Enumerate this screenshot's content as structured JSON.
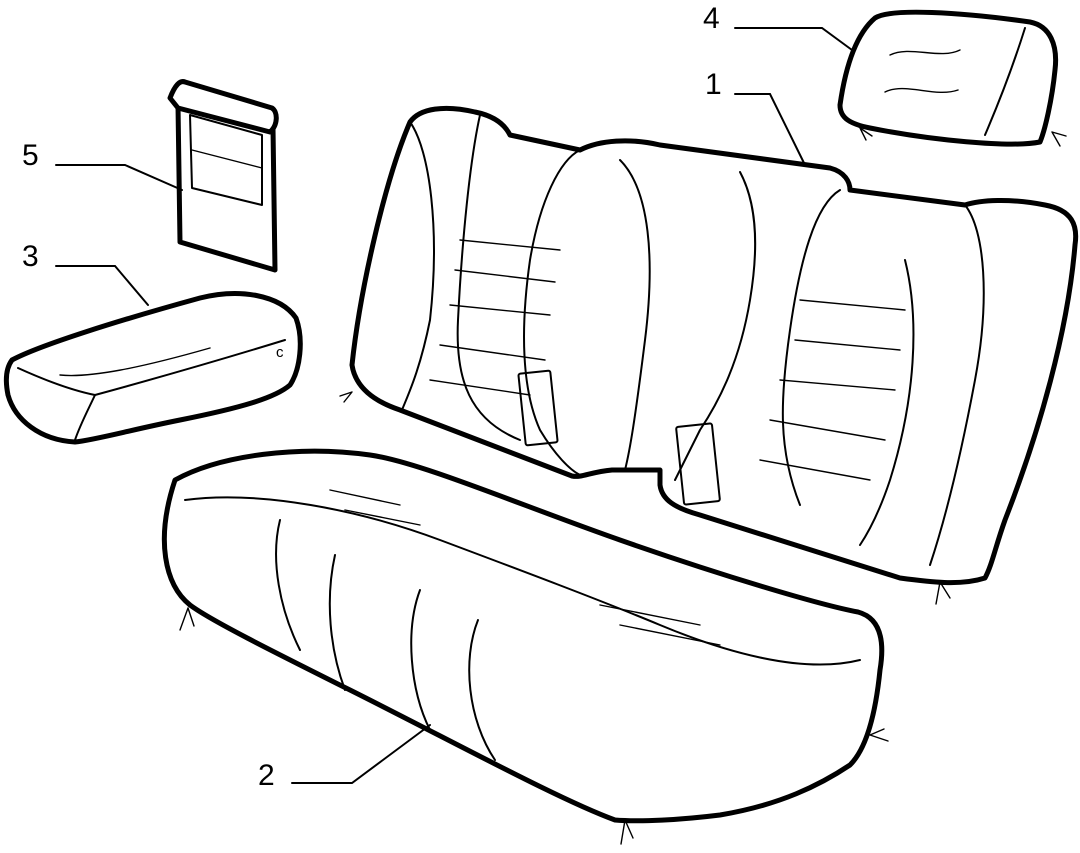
{
  "parts": [
    {
      "id": "seat-back",
      "number": "1"
    },
    {
      "id": "seat-cushion",
      "number": "2"
    },
    {
      "id": "armrest",
      "number": "3"
    },
    {
      "id": "headrest",
      "number": "4"
    },
    {
      "id": "trim-flap",
      "number": "5"
    }
  ],
  "armrest_mark": "c",
  "colors": {
    "line": "#000000",
    "background": "#ffffff"
  }
}
